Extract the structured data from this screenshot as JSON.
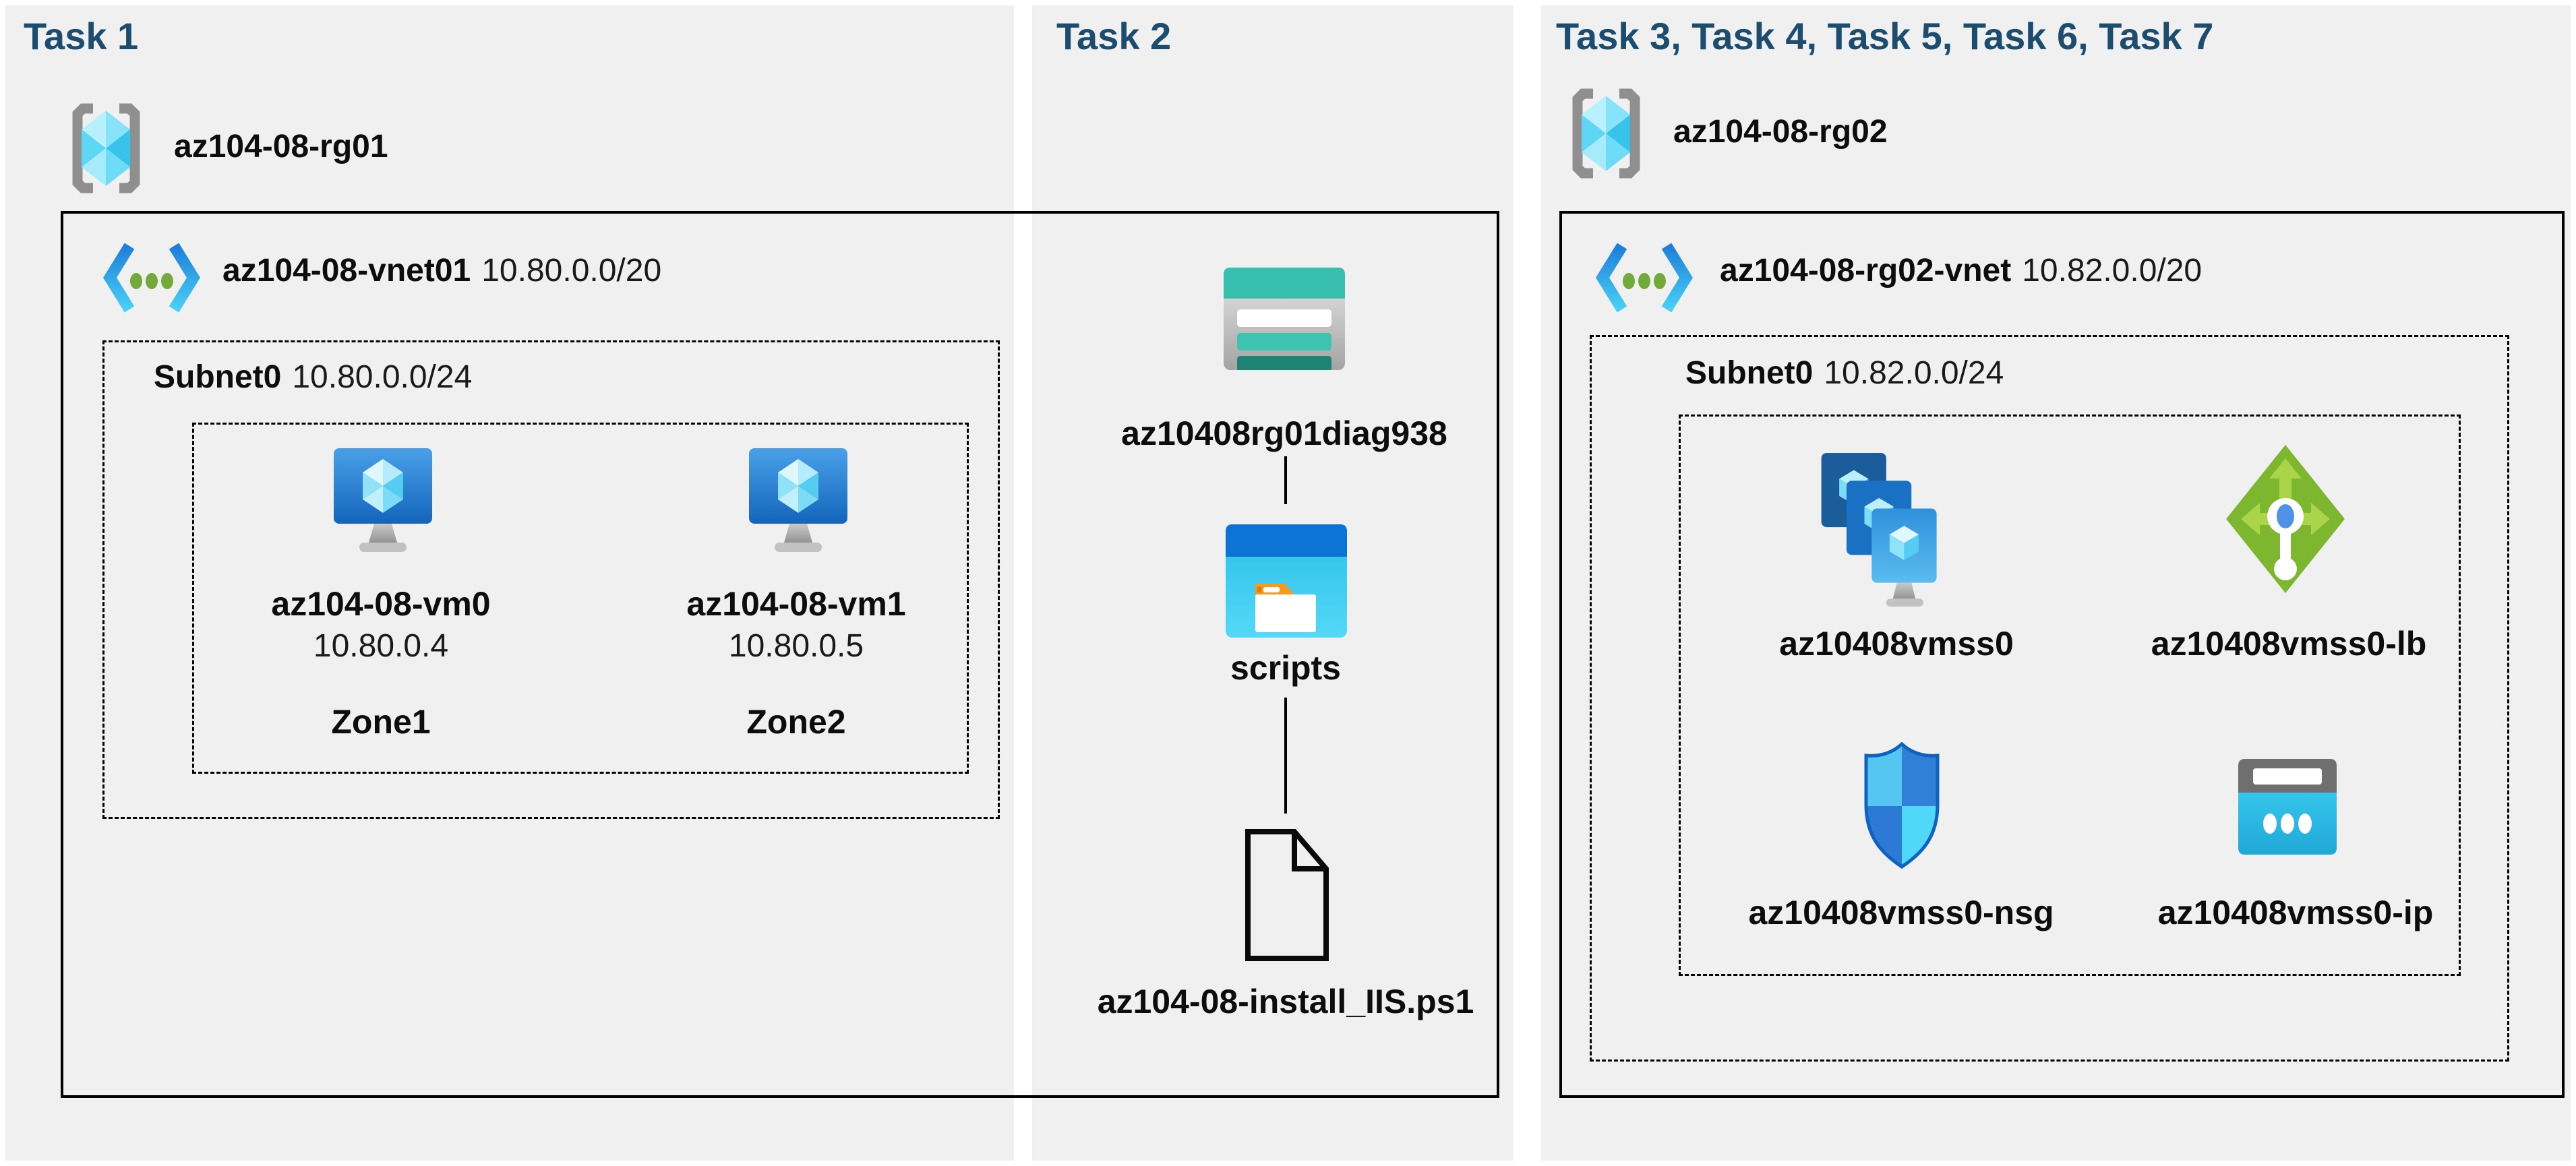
{
  "panels": {
    "task1": {
      "header": "Task 1",
      "resource_group": "az104-08-rg01",
      "vnet": {
        "name": "az104-08-vnet01",
        "cidr": "10.80.0.0/20"
      },
      "subnet": {
        "name": "Subnet0",
        "cidr": "10.80.0.0/24"
      },
      "vms": [
        {
          "name": "az104-08-vm0",
          "ip": "10.80.0.4",
          "zone": "Zone1",
          "icon": "virtual-machine-icon"
        },
        {
          "name": "az104-08-vm1",
          "ip": "10.80.0.5",
          "zone": "Zone2",
          "icon": "virtual-machine-icon"
        }
      ]
    },
    "task2": {
      "header": "Task 2",
      "storage_account": {
        "name": "az10408rg01diag938",
        "icon": "storage-account-icon"
      },
      "container": {
        "name": "scripts",
        "icon": "blob-container-icon"
      },
      "file": {
        "name": "az104-08-install_IIS.ps1",
        "icon": "file-icon"
      }
    },
    "task3": {
      "header": "Task 3, Task 4, Task 5, Task 6, Task 7",
      "resource_group": "az104-08-rg02",
      "vnet": {
        "name": "az104-08-rg02-vnet",
        "cidr": "10.82.0.0/20"
      },
      "subnet": {
        "name": "Subnet0",
        "cidr": "10.82.0.0/24"
      },
      "resources": [
        {
          "name": "az10408vmss0",
          "icon": "vm-scale-set-icon"
        },
        {
          "name": "az10408vmss0-lb",
          "icon": "load-balancer-icon"
        },
        {
          "name": "az10408vmss0-nsg",
          "icon": "network-security-group-icon"
        },
        {
          "name": "az10408vmss0-ip",
          "icon": "public-ip-icon"
        }
      ]
    }
  },
  "icons": [
    "resource-group-icon",
    "virtual-network-icon",
    "virtual-machine-icon",
    "storage-account-icon",
    "blob-container-icon",
    "file-icon",
    "vm-scale-set-icon",
    "load-balancer-icon",
    "network-security-group-icon",
    "public-ip-icon"
  ],
  "colors": {
    "background": "#ffffff",
    "panel": "#f0f0f0",
    "header_text": "#1c4d6e",
    "label_text": "#111111",
    "box_border": "#000000",
    "azure_blue": "#0b74d4",
    "azure_cyan": "#50d5f4",
    "lb_green": "#7db62f",
    "storage_teal": "#38bfae",
    "folder_orange": "#f59b22",
    "bracket_gray": "#8c8c8c"
  }
}
